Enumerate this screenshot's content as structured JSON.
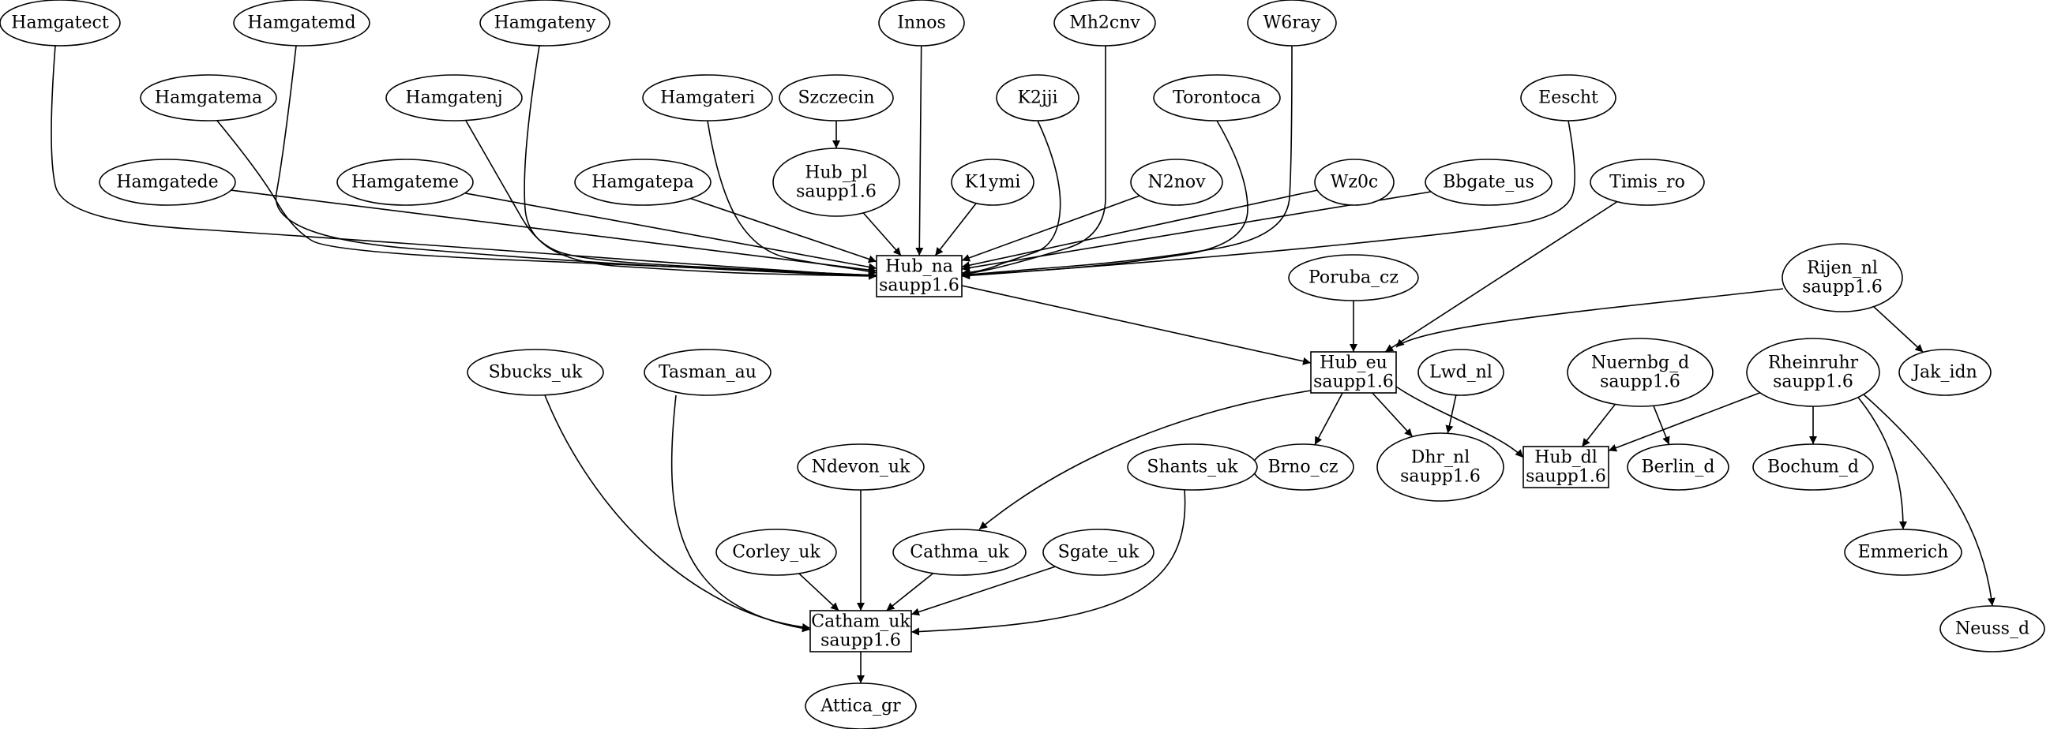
{
  "graph": {
    "nodes": [
      {
        "id": "hamgatect",
        "lines": [
          "Hamgatect"
        ],
        "shape": "ellipse"
      },
      {
        "id": "hamgatemd",
        "lines": [
          "Hamgatemd"
        ],
        "shape": "ellipse"
      },
      {
        "id": "hamgateny",
        "lines": [
          "Hamgateny"
        ],
        "shape": "ellipse"
      },
      {
        "id": "innos",
        "lines": [
          "Innos"
        ],
        "shape": "ellipse"
      },
      {
        "id": "mh2cnv",
        "lines": [
          "Mh2cnv"
        ],
        "shape": "ellipse"
      },
      {
        "id": "w6ray",
        "lines": [
          "W6ray"
        ],
        "shape": "ellipse"
      },
      {
        "id": "hamgatema",
        "lines": [
          "Hamgatema"
        ],
        "shape": "ellipse"
      },
      {
        "id": "hamgatenj",
        "lines": [
          "Hamgatenj"
        ],
        "shape": "ellipse"
      },
      {
        "id": "hamgateri",
        "lines": [
          "Hamgateri"
        ],
        "shape": "ellipse"
      },
      {
        "id": "szczecin",
        "lines": [
          "Szczecin"
        ],
        "shape": "ellipse"
      },
      {
        "id": "k2jji",
        "lines": [
          "K2jji"
        ],
        "shape": "ellipse"
      },
      {
        "id": "torontoca",
        "lines": [
          "Torontoca"
        ],
        "shape": "ellipse"
      },
      {
        "id": "eescht",
        "lines": [
          "Eescht"
        ],
        "shape": "ellipse"
      },
      {
        "id": "hamgatede",
        "lines": [
          "Hamgatede"
        ],
        "shape": "ellipse"
      },
      {
        "id": "hamgateme",
        "lines": [
          "Hamgateme"
        ],
        "shape": "ellipse"
      },
      {
        "id": "hamgatepa",
        "lines": [
          "Hamgatepa"
        ],
        "shape": "ellipse"
      },
      {
        "id": "hub-pl",
        "lines": [
          "Hub_pl",
          "saupp1.6"
        ],
        "shape": "ellipse"
      },
      {
        "id": "k1ymi",
        "lines": [
          "K1ymi"
        ],
        "shape": "ellipse"
      },
      {
        "id": "n2nov",
        "lines": [
          "N2nov"
        ],
        "shape": "ellipse"
      },
      {
        "id": "wz0c",
        "lines": [
          "Wz0c"
        ],
        "shape": "ellipse"
      },
      {
        "id": "bbgate-us",
        "lines": [
          "Bbgate_us"
        ],
        "shape": "ellipse"
      },
      {
        "id": "timis-ro",
        "lines": [
          "Timis_ro"
        ],
        "shape": "ellipse"
      },
      {
        "id": "hub-na",
        "lines": [
          "Hub_na",
          "saupp1.6"
        ],
        "shape": "box"
      },
      {
        "id": "poruba-cz",
        "lines": [
          "Poruba_cz"
        ],
        "shape": "ellipse"
      },
      {
        "id": "rijen-nl",
        "lines": [
          "Rijen_nl",
          "saupp1.6"
        ],
        "shape": "ellipse"
      },
      {
        "id": "hub-eu",
        "lines": [
          "Hub_eu",
          "saupp1.6"
        ],
        "shape": "box"
      },
      {
        "id": "lwd-nl",
        "lines": [
          "Lwd_nl"
        ],
        "shape": "ellipse"
      },
      {
        "id": "nuernbg-d",
        "lines": [
          "Nuernbg_d",
          "saupp1.6"
        ],
        "shape": "ellipse"
      },
      {
        "id": "rheinruhr",
        "lines": [
          "Rheinruhr",
          "saupp1.6"
        ],
        "shape": "ellipse"
      },
      {
        "id": "jak-idn",
        "lines": [
          "Jak_idn"
        ],
        "shape": "ellipse"
      },
      {
        "id": "sbucks-uk",
        "lines": [
          "Sbucks_uk"
        ],
        "shape": "ellipse"
      },
      {
        "id": "tasman-au",
        "lines": [
          "Tasman_au"
        ],
        "shape": "ellipse"
      },
      {
        "id": "brno-cz",
        "lines": [
          "Brno_cz"
        ],
        "shape": "ellipse"
      },
      {
        "id": "dhr-nl",
        "lines": [
          "Dhr_nl",
          "saupp1.6"
        ],
        "shape": "ellipse"
      },
      {
        "id": "hub-dl",
        "lines": [
          "Hub_dl",
          "saupp1.6"
        ],
        "shape": "box"
      },
      {
        "id": "berlin-d",
        "lines": [
          "Berlin_d"
        ],
        "shape": "ellipse"
      },
      {
        "id": "bochum-d",
        "lines": [
          "Bochum_d"
        ],
        "shape": "ellipse"
      },
      {
        "id": "ndevon-uk",
        "lines": [
          "Ndevon_uk"
        ],
        "shape": "ellipse"
      },
      {
        "id": "shants-uk",
        "lines": [
          "Shants_uk"
        ],
        "shape": "ellipse"
      },
      {
        "id": "emmerich",
        "lines": [
          "Emmerich"
        ],
        "shape": "ellipse"
      },
      {
        "id": "corley-uk",
        "lines": [
          "Corley_uk"
        ],
        "shape": "ellipse"
      },
      {
        "id": "cathma-uk",
        "lines": [
          "Cathma_uk"
        ],
        "shape": "ellipse"
      },
      {
        "id": "sgate-uk",
        "lines": [
          "Sgate_uk"
        ],
        "shape": "ellipse"
      },
      {
        "id": "catham-uk",
        "lines": [
          "Catham_uk",
          "saupp1.6"
        ],
        "shape": "box"
      },
      {
        "id": "neuss-d",
        "lines": [
          "Neuss_d"
        ],
        "shape": "ellipse"
      },
      {
        "id": "attica-gr",
        "lines": [
          "Attica_gr"
        ],
        "shape": "ellipse"
      }
    ],
    "edges": [
      {
        "from": "hamgatect",
        "to": "hub-na"
      },
      {
        "from": "hamgatemd",
        "to": "hub-na"
      },
      {
        "from": "hamgateny",
        "to": "hub-na"
      },
      {
        "from": "innos",
        "to": "hub-na"
      },
      {
        "from": "mh2cnv",
        "to": "hub-na"
      },
      {
        "from": "w6ray",
        "to": "hub-na"
      },
      {
        "from": "hamgatema",
        "to": "hub-na"
      },
      {
        "from": "hamgatenj",
        "to": "hub-na"
      },
      {
        "from": "hamgateri",
        "to": "hub-na"
      },
      {
        "from": "szczecin",
        "to": "hub-pl"
      },
      {
        "from": "k2jji",
        "to": "hub-na"
      },
      {
        "from": "torontoca",
        "to": "hub-na"
      },
      {
        "from": "eescht",
        "to": "hub-na"
      },
      {
        "from": "hamgatede",
        "to": "hub-na"
      },
      {
        "from": "hamgateme",
        "to": "hub-na"
      },
      {
        "from": "hamgatepa",
        "to": "hub-na"
      },
      {
        "from": "hub-pl",
        "to": "hub-na"
      },
      {
        "from": "k1ymi",
        "to": "hub-na"
      },
      {
        "from": "n2nov",
        "to": "hub-na"
      },
      {
        "from": "wz0c",
        "to": "hub-na"
      },
      {
        "from": "bbgate-us",
        "to": "hub-na"
      },
      {
        "from": "hub-na",
        "to": "hub-eu"
      },
      {
        "from": "timis-ro",
        "to": "hub-eu"
      },
      {
        "from": "poruba-cz",
        "to": "hub-eu"
      },
      {
        "from": "rijen-nl",
        "to": "hub-eu"
      },
      {
        "from": "rijen-nl",
        "to": "jak-idn"
      },
      {
        "from": "hub-eu",
        "to": "brno-cz"
      },
      {
        "from": "hub-eu",
        "to": "dhr-nl"
      },
      {
        "from": "hub-eu",
        "to": "hub-dl"
      },
      {
        "from": "hub-eu",
        "to": "cathma-uk"
      },
      {
        "from": "lwd-nl",
        "to": "dhr-nl"
      },
      {
        "from": "nuernbg-d",
        "to": "hub-dl"
      },
      {
        "from": "nuernbg-d",
        "to": "berlin-d"
      },
      {
        "from": "rheinruhr",
        "to": "hub-dl"
      },
      {
        "from": "rheinruhr",
        "to": "bochum-d"
      },
      {
        "from": "rheinruhr",
        "to": "emmerich"
      },
      {
        "from": "rheinruhr",
        "to": "neuss-d"
      },
      {
        "from": "sbucks-uk",
        "to": "catham-uk"
      },
      {
        "from": "tasman-au",
        "to": "catham-uk"
      },
      {
        "from": "ndevon-uk",
        "to": "catham-uk"
      },
      {
        "from": "shants-uk",
        "to": "catham-uk"
      },
      {
        "from": "corley-uk",
        "to": "catham-uk"
      },
      {
        "from": "cathma-uk",
        "to": "catham-uk"
      },
      {
        "from": "sgate-uk",
        "to": "catham-uk"
      },
      {
        "from": "catham-uk",
        "to": "attica-gr"
      }
    ]
  }
}
